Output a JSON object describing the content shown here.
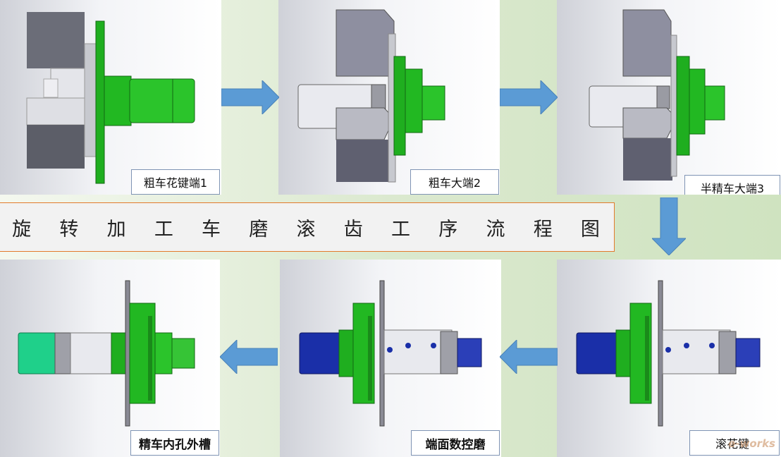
{
  "steps": [
    {
      "id": 1,
      "label": "粗车花键端1"
    },
    {
      "id": 2,
      "label": "粗车大端2"
    },
    {
      "id": 3,
      "label": "半精车大端3"
    },
    {
      "id": 4,
      "label": "滚花键"
    },
    {
      "id": 5,
      "label": "端面数控磨"
    },
    {
      "id": 6,
      "label": "精车内孔外槽"
    }
  ],
  "title_chars": [
    "旋",
    "转",
    "加",
    "工",
    "车",
    "磨",
    "滚",
    "齿",
    "工",
    "序",
    "流",
    "程",
    "图"
  ],
  "watermark": "e-works",
  "colors": {
    "part_green": "#1fae1f",
    "part_blue": "#1a2fa8",
    "tool_gray": "#8a8a95",
    "arrow_blue": "#5b9bd5",
    "banner_border": "#e27a2c"
  }
}
